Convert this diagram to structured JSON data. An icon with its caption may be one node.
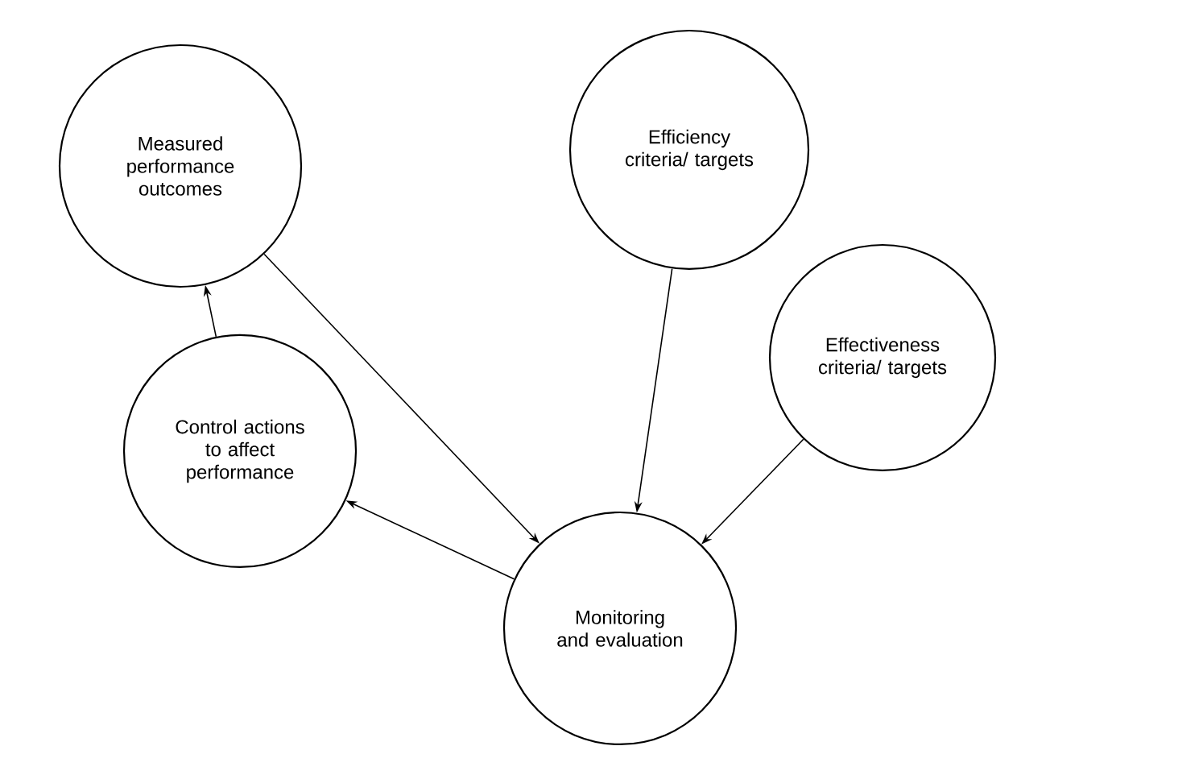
{
  "diagram": {
    "nodes": [
      {
        "text": [
          "Measured performance outcomes"
        ]
      },
      {
        "text": [
          "Efficiency criteria/ targets"
        ]
      },
      {
        "text": [
          "Effectiveness criteria/ targets"
        ]
      },
      {
        "text": [
          "Control actions to affect performance"
        ]
      },
      {
        "text": [
          "Monitoring and evaluation"
        ]
      }
    ],
    "edges": [
      {
        "from": 0,
        "to": 4,
        "arrow": "to"
      },
      {
        "from": 1,
        "to": 4,
        "arrow": "to"
      },
      {
        "from": 2,
        "to": 4,
        "arrow": "to"
      },
      {
        "from": 4,
        "to": 3,
        "arrow": "to"
      },
      {
        "from": 3,
        "to": 0,
        "arrow": "to"
      }
    ]
  }
}
